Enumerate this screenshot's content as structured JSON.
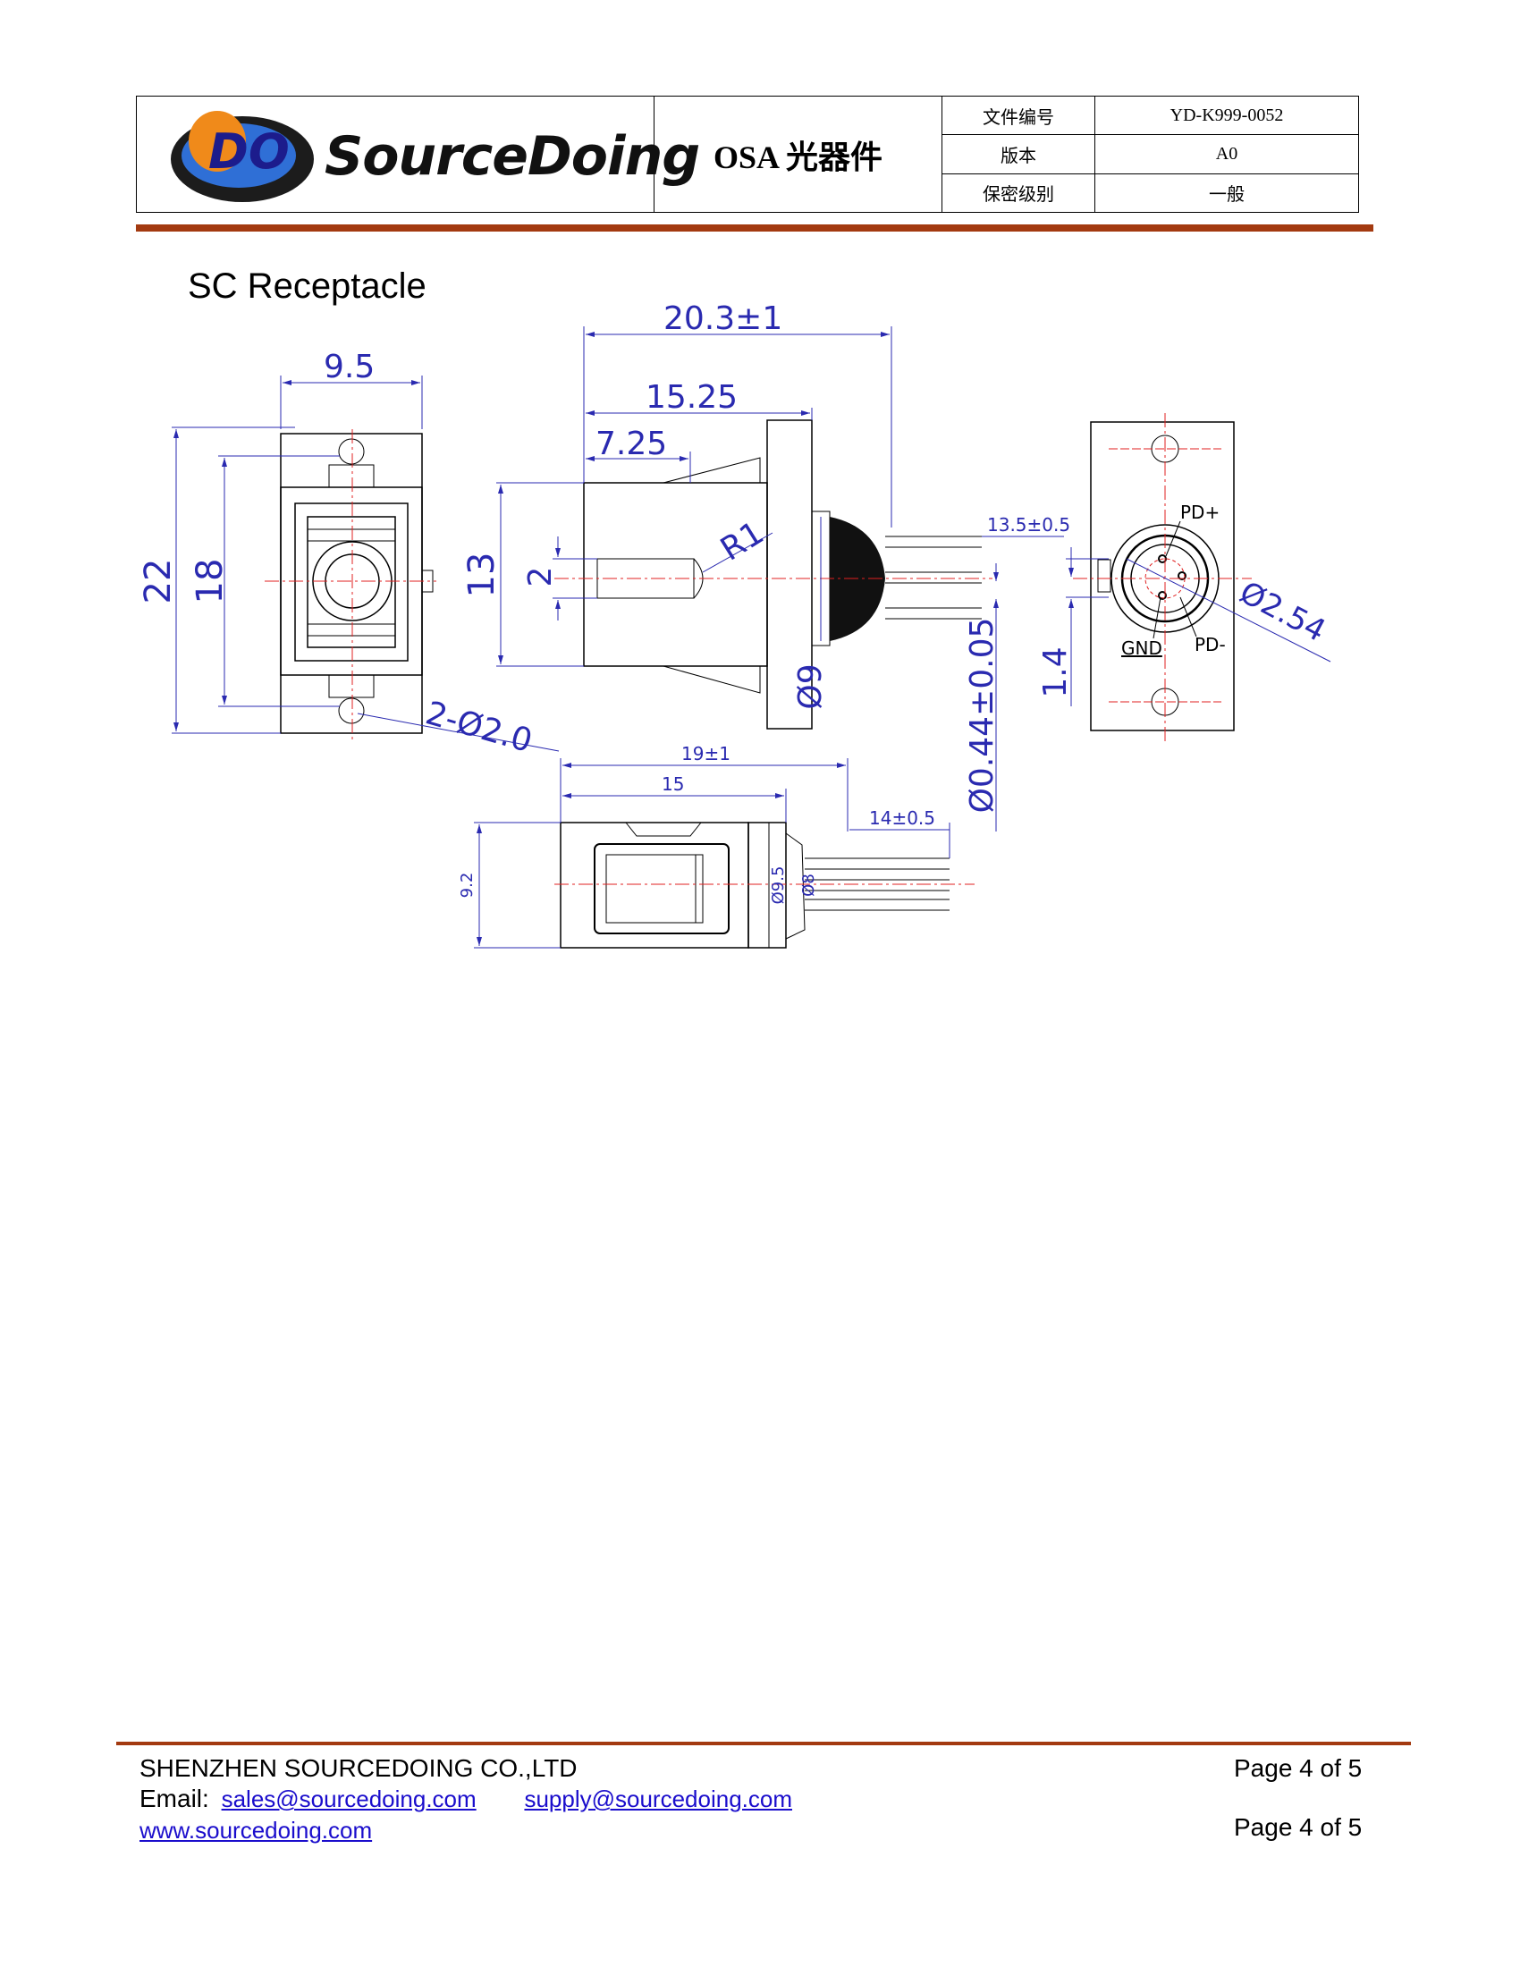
{
  "header": {
    "brand_mark": "DO",
    "brand_name": "SourceDoing",
    "doc_title": "OSA 光器件",
    "fields": [
      {
        "label": "文件编号",
        "value": "YD-K999-0052"
      },
      {
        "label": "版本",
        "value": "A0"
      },
      {
        "label": "保密级别",
        "value": "一般"
      }
    ]
  },
  "section_title": "SC Receptacle",
  "drawing_labels": {
    "overall_length": "20.3±1",
    "body_length": "15.25",
    "front_length": "7.25",
    "width": "9.5",
    "height_22": "22",
    "height_18": "18",
    "body_height": "13",
    "offset": "2",
    "radius": "R1",
    "diameter_9": "Ø9",
    "holes": "2-Ø2.0",
    "pin_length": "13.5±0.5",
    "pin_diameter": "Ø0.44±0.05",
    "pin_pitch": "1.4",
    "pcd": "Ø2.54",
    "pd_plus": "PD+",
    "pd_minus": "PD-",
    "gnd": "GND",
    "bottom_total": "19±1",
    "bottom_body": "15",
    "bottom_pin": "14±0.5",
    "bottom_height": "9.2",
    "d95": "Ø9.5",
    "d8": "Ø8"
  },
  "footer": {
    "company": "SHENZHEN SOURCEDOING CO.,LTD",
    "email_label": "Email:",
    "email1": "sales@sourcedoing.com",
    "email2": "supply@sourcedoing.com",
    "website": "www.sourcedoing.com",
    "page_top": "Page 4 of 5",
    "page_bottom": "Page 4 of 5"
  },
  "colors": {
    "accent_bar": "#a33a10",
    "dimension_blue": "#2a2ab0",
    "centerline_red": "#e02020",
    "link_blue": "#1a0dcc"
  }
}
